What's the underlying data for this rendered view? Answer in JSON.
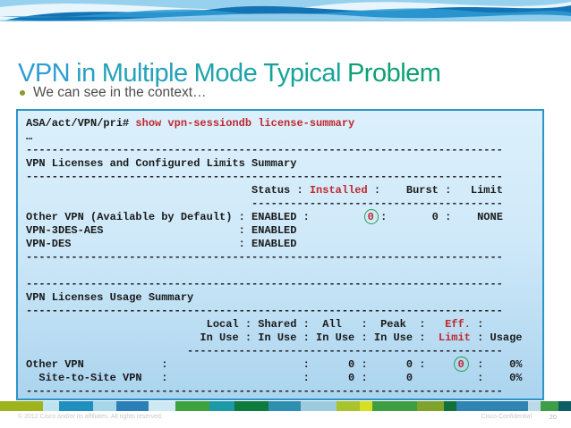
{
  "slide": {
    "title_words": [
      {
        "text": "VPN",
        "color": "#2f9ed2"
      },
      {
        "text": "in",
        "color": "#2aa0c6"
      },
      {
        "text": "Multiple",
        "color": "#24a2b9"
      },
      {
        "text": "Mode",
        "color": "#1da4aa"
      },
      {
        "text": "Typical",
        "color": "#16a399"
      },
      {
        "text": "Problem",
        "color": "#0da173"
      }
    ],
    "bullet_marker": "•",
    "bullet_marker_color": "#8a9a2e",
    "bullet": "We can see in the context…"
  },
  "console": {
    "border_color": "#2e93c9",
    "text_color": "#1a1a1a",
    "red_color": "#c1272d",
    "circle_color": "#2aa04a",
    "lines": [
      [
        {
          "t": "ASA/act/VPN/pri# "
        },
        {
          "t": "show vpn-sessiondb license-summary",
          "s": "red"
        }
      ],
      [
        {
          "t": "…"
        }
      ],
      [
        {
          "t": "--------------------------------------------------------------------------"
        }
      ],
      [
        {
          "t": "VPN Licenses and Configured Limits Summary"
        }
      ],
      [
        {
          "t": "--------------------------------------------------------------------------"
        }
      ],
      [
        {
          "t": "                                   Status : "
        },
        {
          "t": "Installed",
          "s": "red"
        },
        {
          "t": " :    Burst :   Limit"
        }
      ],
      [
        {
          "t": "                                   ---------------------------------------"
        }
      ],
      [
        {
          "t": "Other VPN (Available by Default) : ENABLED :         "
        },
        {
          "t": "0",
          "s": "circ"
        },
        {
          "t": " :       0 :    NONE"
        }
      ],
      [
        {
          "t": "VPN-3DES-AES                     : ENABLED"
        }
      ],
      [
        {
          "t": "VPN-DES                          : ENABLED"
        }
      ],
      [
        {
          "t": "--------------------------------------------------------------------------"
        }
      ],
      [
        {
          "t": ""
        }
      ],
      [
        {
          "t": "--------------------------------------------------------------------------"
        }
      ],
      [
        {
          "t": "VPN Licenses Usage Summary"
        }
      ],
      [
        {
          "t": "--------------------------------------------------------------------------"
        }
      ],
      [
        {
          "t": "                            Local : Shared :  All   :  Peak  :   "
        },
        {
          "t": "Eff.",
          "s": "red"
        },
        {
          "t": " :"
        }
      ],
      [
        {
          "t": "                           In Use : In Use : In Use : In Use :  "
        },
        {
          "t": "Limit",
          "s": "red"
        },
        {
          "t": " : Usage"
        }
      ],
      [
        {
          "t": "                         -------------------------------------------------"
        }
      ],
      [
        {
          "t": "Other VPN            :                     :      0 :      0 :     "
        },
        {
          "t": "0",
          "s": "circ"
        },
        {
          "t": "  :    0%"
        }
      ],
      [
        {
          "t": "  Site-to-Site VPN   :                     :      0 :      0          :    0%"
        }
      ],
      [
        {
          "t": "--------------------------------------------------------------------------"
        }
      ]
    ]
  },
  "strip_segments": [
    {
      "color": "#9fb41c",
      "w": 48
    },
    {
      "color": "#bfe2ef",
      "w": 18
    },
    {
      "color": "#1e8fbe",
      "w": 38
    },
    {
      "color": "#a5d6ea",
      "w": 26
    },
    {
      "color": "#2a7fb8",
      "w": 36
    },
    {
      "color": "#cfe9f4",
      "w": 30
    },
    {
      "color": "#3da33c",
      "w": 38
    },
    {
      "color": "#1d9aa8",
      "w": 28
    },
    {
      "color": "#0e7a3c",
      "w": 38
    },
    {
      "color": "#2f8fb0",
      "w": 36
    },
    {
      "color": "#9ccadf",
      "w": 40
    },
    {
      "color": "#a9c42b",
      "w": 26
    },
    {
      "color": "#d6e021",
      "w": 14
    },
    {
      "color": "#3f9e3f",
      "w": 50
    },
    {
      "color": "#7fa32a",
      "w": 30
    },
    {
      "color": "#13703a",
      "w": 14
    },
    {
      "color": "#2f84b4",
      "w": 80
    },
    {
      "color": "#bcd9e8",
      "w": 14
    },
    {
      "color": "#3c9e49",
      "w": 20
    },
    {
      "color": "#0d5f66",
      "w": 14
    }
  ],
  "footer": {
    "copyright": "© 2012 Cisco and/or its affiliates. All rights reserved.",
    "confidential": "Cisco Confidential",
    "page": "20"
  }
}
